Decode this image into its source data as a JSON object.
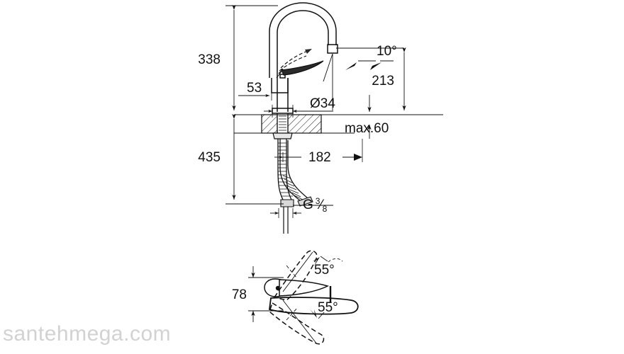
{
  "document": {
    "type": "technical-dimension-drawing",
    "subject": "single-lever kitchen sink mixer faucet",
    "background_color": "#ffffff",
    "line_color": "#111111"
  },
  "watermark": {
    "text": "santehmega.com",
    "color": "#d2d2d2"
  },
  "elevation_view": {
    "name": "front elevation with section through counter",
    "dimensions": {
      "height_above_counter": "338",
      "handle_offset": "53",
      "base_diameter": "Ø34",
      "spout_tilt_angle": "10°",
      "spout_outlet_height": "213",
      "counter_thickness_max": "max.60",
      "total_below_counter": "435",
      "hose_length": "182",
      "thread_label": "G",
      "thread_numerator": "3",
      "thread_denominator": "8"
    }
  },
  "plan_view": {
    "name": "top plan view showing swivel range",
    "dimensions": {
      "spout_width": "78",
      "swivel_left": "55°",
      "swivel_right": "55°"
    }
  }
}
